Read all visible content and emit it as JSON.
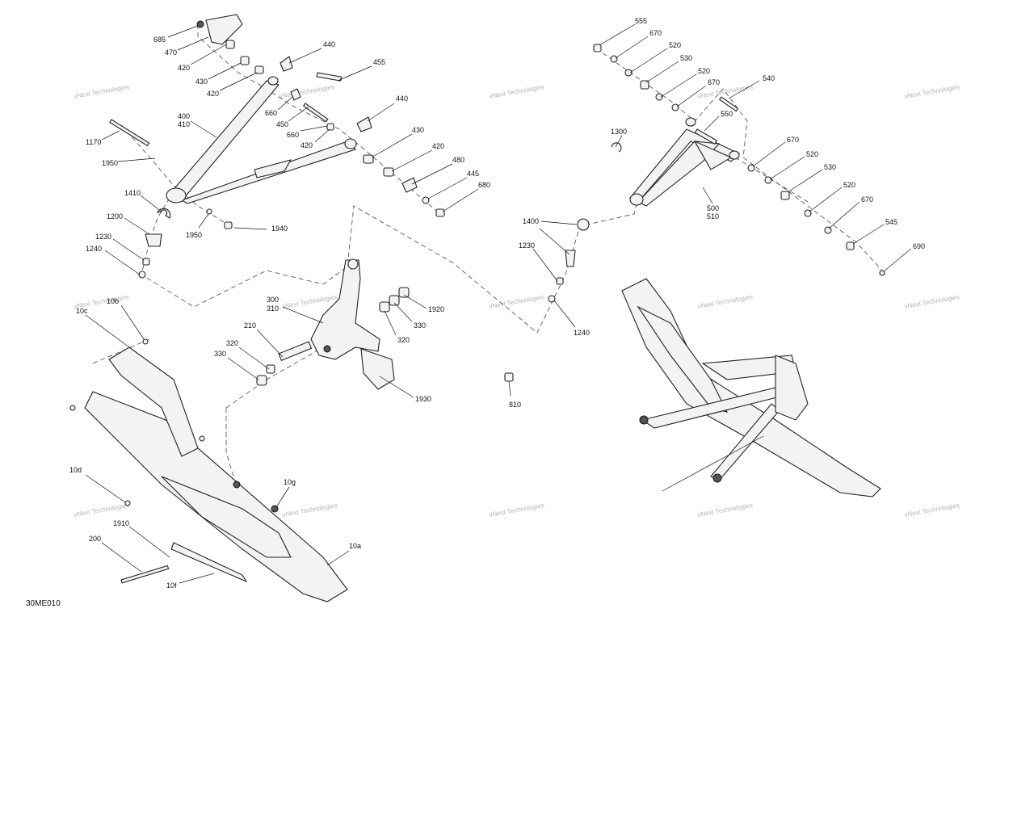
{
  "figure_id": "30ME010",
  "watermark": "vNext Technologies",
  "part_numbers": [
    "685",
    "470",
    "420",
    "430",
    "420",
    "440",
    "455",
    "660",
    "450",
    "660",
    "420",
    "440",
    "430",
    "420",
    "480",
    "445",
    "680",
    "400",
    "410",
    "1170",
    "1950",
    "1410",
    "1940",
    "1950",
    "1200",
    "1230",
    "1240",
    "10b",
    "10c",
    "300",
    "310",
    "1920",
    "330",
    "320",
    "210",
    "320",
    "330",
    "1930",
    "10d",
    "10g",
    "1910",
    "200",
    "10a",
    "10f",
    "555",
    "670",
    "520",
    "530",
    "520",
    "670",
    "540",
    "550",
    "1300",
    "670",
    "520",
    "530",
    "520",
    "670",
    "545",
    "690",
    "500",
    "510",
    "1400",
    "1230",
    "1240",
    "810"
  ]
}
